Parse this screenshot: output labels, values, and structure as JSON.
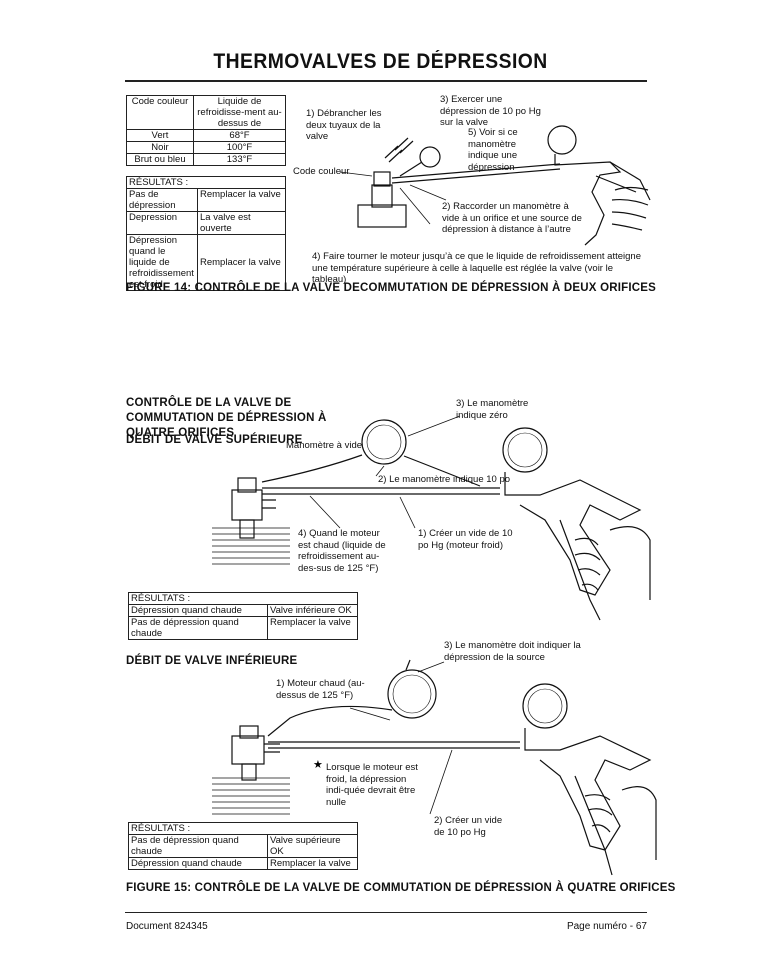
{
  "page_title": "THERMOVALVES DE DÉPRESSION",
  "fig14": {
    "color_table": {
      "headers": [
        "Code couleur",
        "Liquide de refroidisse-ment au-dessus de"
      ],
      "rows": [
        [
          "Vert",
          "68°F"
        ],
        [
          "Noir",
          "100°F"
        ],
        [
          "Brut ou bleu",
          "133°F"
        ]
      ]
    },
    "results": {
      "header": "RÉSULTATS :",
      "rows": [
        [
          "Pas de dépression",
          "Remplacer la valve"
        ],
        [
          "Depression",
          "La valve est ouverte"
        ],
        [
          "Dépression quand le liquide de refroidissement est froid",
          "Remplacer la valve"
        ]
      ]
    },
    "labels": {
      "step1": "1) Débrancher les deux tuyaux de la valve",
      "step3": "3) Exercer une  dépression de 10 po Hg sur la valve",
      "step5": "5) Voir si ce manomètre indique une dépression",
      "code": "Code couleur",
      "step2": "2) Raccorder un manomètre à vide à un orifice et une source de dépression à distance à l’autre",
      "step4": "4) Faire tourner le moteur jusqu’à ce que le liquide de refroidissement atteigne une température supérieure à celle à laquelle est réglée la valve (voir le tableau)"
    },
    "caption": "FIGURE 14: CONTRÔLE DE LA VALVE DECOMMUTATION DE DÉPRESSION À DEUX ORIFICES"
  },
  "fig15": {
    "heading": "CONTRÔLE DE LA VALVE DE COMMUTATION DE DÉPRESSION À QUATRE ORIFICES",
    "upper": {
      "subheading": "DÉBIT DE VALVE SUPÉRIEURE",
      "gauge_label": "Manomètre à vide",
      "step3": "3) Le manomètre indique zéro",
      "step2": "2) Le manomètre indique 10 po",
      "step4": "4) Quand le moteur est chaud (liquide de refroidissement au-des-sus de 125 °F)",
      "step1": "1) Créer un vide de 10 po Hg (moteur froid)",
      "results": {
        "header": "RÉSULTATS :",
        "rows": [
          [
            "Dépression quand chaude",
            "Valve inférieure OK"
          ],
          [
            "Pas de dépression quand chaude",
            "Remplacer la valve"
          ]
        ]
      }
    },
    "lower": {
      "subheading": "DÉBIT DE VALVE INFÉRIEURE",
      "step3": "3) Le manomètre doit indiquer la dépression de la source",
      "step1": "1) Moteur chaud (au-dessus de 125 °F)",
      "note": "Lorsque le moteur est froid, la dépression indi-quée devrait être nulle",
      "step2": "2) Créer un vide de 10 po Hg",
      "results": {
        "header": "RÉSULTATS :",
        "rows": [
          [
            "Pas de dépression quand chaude",
            "Valve supérieure OK"
          ],
          [
            "Dépression quand chaude",
            "Remplacer la valve"
          ]
        ]
      }
    },
    "caption": "FIGURE 15: CONTRÔLE DE LA VALVE DE COMMUTATION DE DÉPRESSION À QUATRE ORIFICES"
  },
  "footer": {
    "left": "Document 824345",
    "right": "Page numéro - 67"
  }
}
